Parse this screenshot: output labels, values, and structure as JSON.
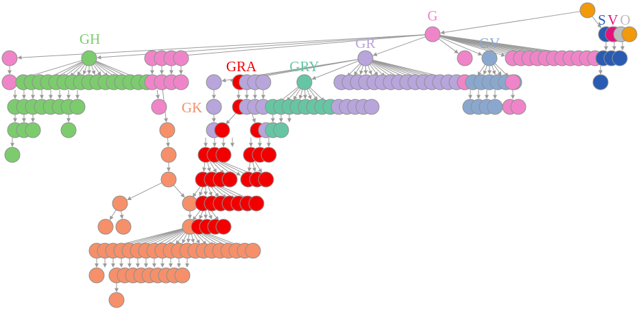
{
  "colors": {
    "G": "#ef85c8",
    "GH": "#7ccc6e",
    "GR": "#b8a5dc",
    "GRA": "#f20000",
    "GRY": "#66c6a4",
    "GV": "#8aa8cf",
    "GK": "#f5906a",
    "S": "#2a5bb3",
    "V": "#e4127a",
    "O": "#f09a0c",
    "grey": "#bdbdbd",
    "edge": "#9a9a9a"
  },
  "labels": [
    {
      "text": "G",
      "color": "G"
    },
    {
      "text": "GH",
      "color": "GH"
    },
    {
      "text": "GR",
      "color": "GR"
    },
    {
      "text": "GRA",
      "color": "GRA"
    },
    {
      "text": "GRY",
      "color": "GRY"
    },
    {
      "text": "GV",
      "color": "GV"
    },
    {
      "text": "GK",
      "color": "GK"
    },
    {
      "text": "S",
      "color": "S"
    },
    {
      "text": "V",
      "color": "V"
    },
    {
      "text": "O",
      "color": "grey"
    }
  ]
}
